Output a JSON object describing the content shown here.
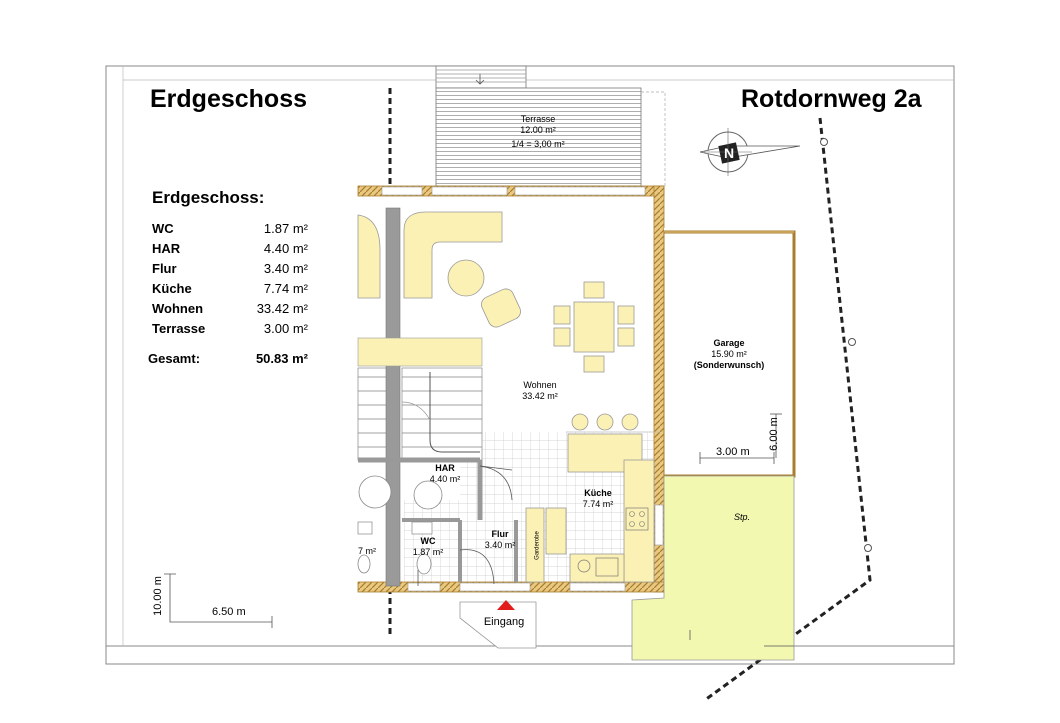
{
  "header": {
    "floor_title": "Erdgeschoss",
    "address": "Rotdornweg 2a"
  },
  "area_table": {
    "title": "Erdgeschoss:",
    "rows": [
      {
        "room": "WC",
        "area": "1.87 m²"
      },
      {
        "room": "HAR",
        "area": "4.40 m²"
      },
      {
        "room": "Flur",
        "area": "3.40 m²"
      },
      {
        "room": "Küche",
        "area": "7.74 m²"
      },
      {
        "room": "Wohnen",
        "area": "33.42 m²"
      },
      {
        "room": "Terrasse",
        "area": "3.00 m²"
      }
    ],
    "total_label": "Gesamt:",
    "total_value": "50.83 m²"
  },
  "rooms": {
    "terrasse": {
      "name": "Terrasse",
      "area": "12.00 m²",
      "note": "1/4 = 3,00 m²"
    },
    "wohnen": {
      "name": "Wohnen",
      "area": "33.42 m²"
    },
    "garage": {
      "name": "Garage",
      "area": "15.90 m²",
      "note": "(Sonderwunsch)"
    },
    "har": {
      "name": "HAR",
      "area": "4.40 m²"
    },
    "kueche": {
      "name": "Küche",
      "area": "7.74 m²"
    },
    "wc": {
      "name": "WC",
      "area": "1.87 m²"
    },
    "flur": {
      "name": "Flur",
      "area": "3.40 m²"
    },
    "neighbor_partial": "7 m²",
    "stellplatz": "Stp.",
    "eingang": "Eingang",
    "garderobe": "Garderobe"
  },
  "dimensions": {
    "garage_width": "3.00 m",
    "garage_depth": "6.00 m",
    "house_width": "6.50 m",
    "house_depth": "10.00 m"
  },
  "compass": {
    "letter": "N"
  },
  "colors": {
    "wall": "#a87d2c",
    "furniture": "#fcf1b4",
    "parking": "#f2f8b0",
    "partition": "#888888"
  }
}
